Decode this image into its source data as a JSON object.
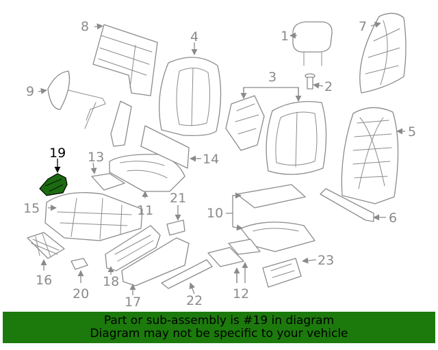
{
  "diagram": {
    "highlight_color": "#1c6b12",
    "banner_color": "#1c7a0c",
    "callouts": {
      "c1": "1",
      "c2": "2",
      "c3": "3",
      "c4": "4",
      "c5": "5",
      "c6": "6",
      "c7": "7",
      "c8": "8",
      "c9": "9",
      "c10": "10",
      "c11": "11",
      "c12": "12",
      "c13": "13",
      "c14": "14",
      "c15": "15",
      "c16": "16",
      "c17": "17",
      "c18": "18",
      "c19": "19",
      "c20": "20",
      "c21": "21",
      "c22": "22",
      "c23": "23"
    }
  },
  "footer": {
    "line1": "Part or sub-assembly is #19 in diagram",
    "line2": "Diagram may not be specific to your vehicle"
  }
}
